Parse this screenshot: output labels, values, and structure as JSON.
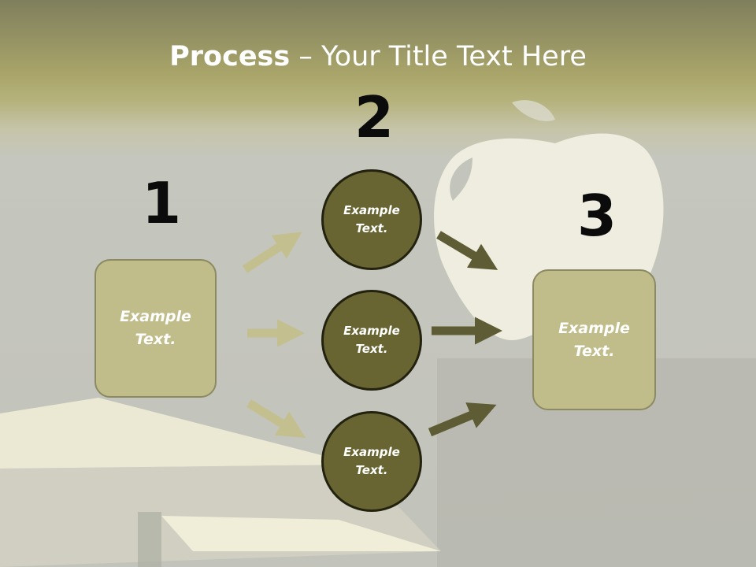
{
  "title": {
    "bold": "Process",
    "rest": " – Your Title Text Here"
  },
  "steps": [
    {
      "number": "1",
      "label": "Example\nText."
    },
    {
      "number": "2",
      "label": "Example\nText."
    },
    {
      "number": "3",
      "label": "Example\nText."
    }
  ],
  "circles": [
    {
      "label": "Example\nText."
    },
    {
      "label": "Example\nText."
    },
    {
      "label": "Example\nText."
    }
  ],
  "icons": [
    "apple-logo-icon",
    "arrow-icon"
  ],
  "colors": {
    "box": "#c0bd8a",
    "circle": "#686533",
    "light_arrow": "#c3bf8e",
    "dark_arrow": "#5e5c34"
  }
}
